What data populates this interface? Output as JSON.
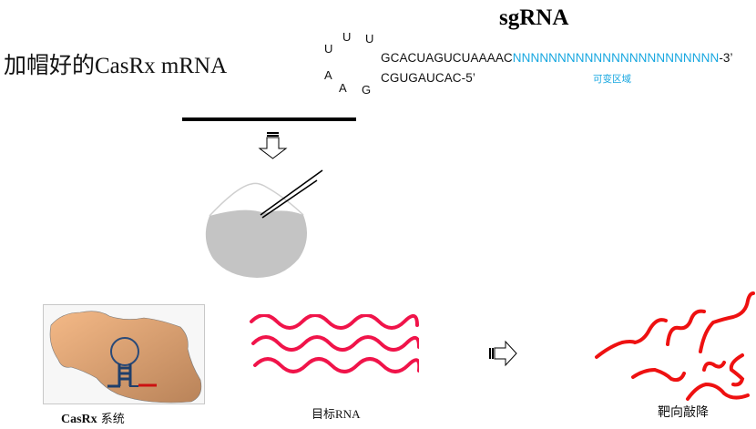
{
  "left_title": "加帽好的CasRx mRNA",
  "sgrna": {
    "title": "sgRNA",
    "loop_bases": [
      "U",
      "U",
      "U",
      "A",
      "A",
      "G"
    ],
    "top_strand_fixed": "GCACUAGUCUAAAAC",
    "top_strand_variable": "NNNNNNNNNNNNNNNNNNNNNNN",
    "top_strand_end": "-3’",
    "bottom_strand": "CGUGAUCAC-5’",
    "variable_region_label": "可变区域"
  },
  "icons": {
    "down_arrow": "down-arrow-icon",
    "right_arrow": "right-arrow-icon",
    "injection": "microinjection-icon"
  },
  "panels": {
    "casrx": {
      "label_en": "CasRx",
      "label_cn": " 系统"
    },
    "target": {
      "label_cn": "目标",
      "label_en": "RNA"
    },
    "knockdown": {
      "label": "靶向敲降"
    }
  },
  "colors": {
    "variable_region": "#17a7e0",
    "target_rna": "#f0144a",
    "cleaved_rna": "#ee1111",
    "protein": "#e3a474",
    "sgrna_stem": "#1f3f6b",
    "cell": "#c4c4c4"
  }
}
